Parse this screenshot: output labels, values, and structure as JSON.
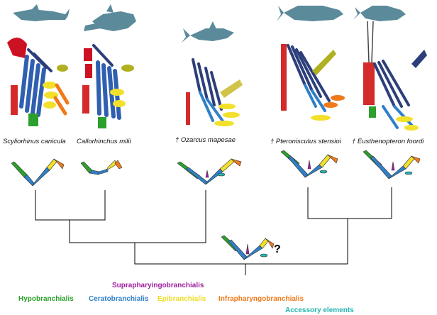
{
  "taxa": [
    {
      "label": "Scyliorhinus canicula"
    },
    {
      "label": "Callorhinchus milii"
    },
    {
      "label": "† Ozarcus mapesae"
    },
    {
      "label": "† Pteronisculus stensioi"
    },
    {
      "label": "† Eusthenopteron foordi"
    }
  ],
  "ancestor_mark": "?",
  "legend": {
    "suprapharyngobranchialis": "Suprapharyingobranchialis",
    "hypobranchialis": "Hypobranchialis",
    "ceratobranchialis": "Ceratobranchialis",
    "epibranchialis": "Epibranchialis",
    "infrapharyngobranchialis": "Infrapharyngobranchialis",
    "accessory": "Accessory elements"
  },
  "colors": {
    "suprapharyngobranchialis": "#a020a0",
    "hypobranchialis": "#2ca02c",
    "ceratobranchialis": "#2f80c8",
    "epibranchialis": "#f2e02a",
    "infrapharyngobranchialis": "#f07a1a",
    "accessory": "#22b5b0",
    "fish_silhouette": "#5b8a9a",
    "tree_lines": "#000000"
  }
}
